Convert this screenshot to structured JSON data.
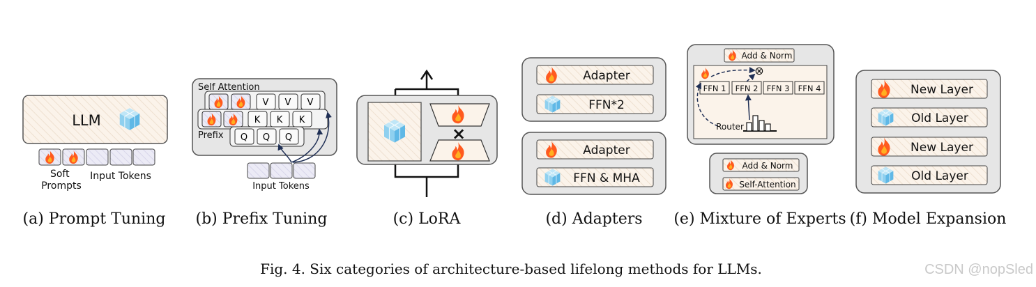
{
  "caption": "Fig. 4.  Six categories of architecture-based lifelong methods for LLMs.",
  "watermark": "CSDN @nopSled",
  "colors": {
    "panel_fill": "#e6e6e6",
    "box_fill": "#fbf3ea",
    "token_fill": "#e9e8f5",
    "flame_outer": "#ff5a1f",
    "flame_inner": "#ffb020",
    "cube": "#8fd0ef",
    "arrow": "#1f2f55"
  },
  "panels": {
    "prompt_tuning": {
      "title": "(a) Prompt Tuning",
      "llm_label": "LLM",
      "soft_prompts_label": "Soft\nPrompts",
      "input_tokens_label": "Input Tokens",
      "icons": [
        "fire-icon",
        "cube-icon"
      ]
    },
    "prefix_tuning": {
      "title": "(b) Prefix Tuning",
      "self_attention_label": "Self Attention",
      "prefix_label": "Prefix",
      "v_tokens": [
        "V",
        "V",
        "V"
      ],
      "k_tokens": [
        "K",
        "K",
        "K"
      ],
      "q_tokens": [
        "Q",
        "Q",
        "Q"
      ],
      "input_tokens_label": "Input Tokens"
    },
    "lora": {
      "title": "(c) LoRA",
      "multiply_symbol": "×"
    },
    "adapters": {
      "title": "(d) Adapters",
      "top_rows": [
        "Adapter",
        "FFN*2"
      ],
      "bottom_rows": [
        "Adapter",
        "FFN & MHA"
      ]
    },
    "mixture_of_experts": {
      "title": "(e) Mixture of Experts",
      "add_norm_top": "Add & Norm",
      "experts": [
        "FFN 1",
        "FFN 2",
        "FFN 3",
        "FFN 4"
      ],
      "router_label": "Router",
      "combine_symbol": "⊗",
      "add_norm_bottom": "Add & Norm",
      "self_attention_label": "Self-Attention"
    },
    "model_expansion": {
      "title": "(f) Model Expansion",
      "layers": [
        "New Layer",
        "Old Layer",
        "New Layer",
        "Old Layer"
      ]
    }
  }
}
